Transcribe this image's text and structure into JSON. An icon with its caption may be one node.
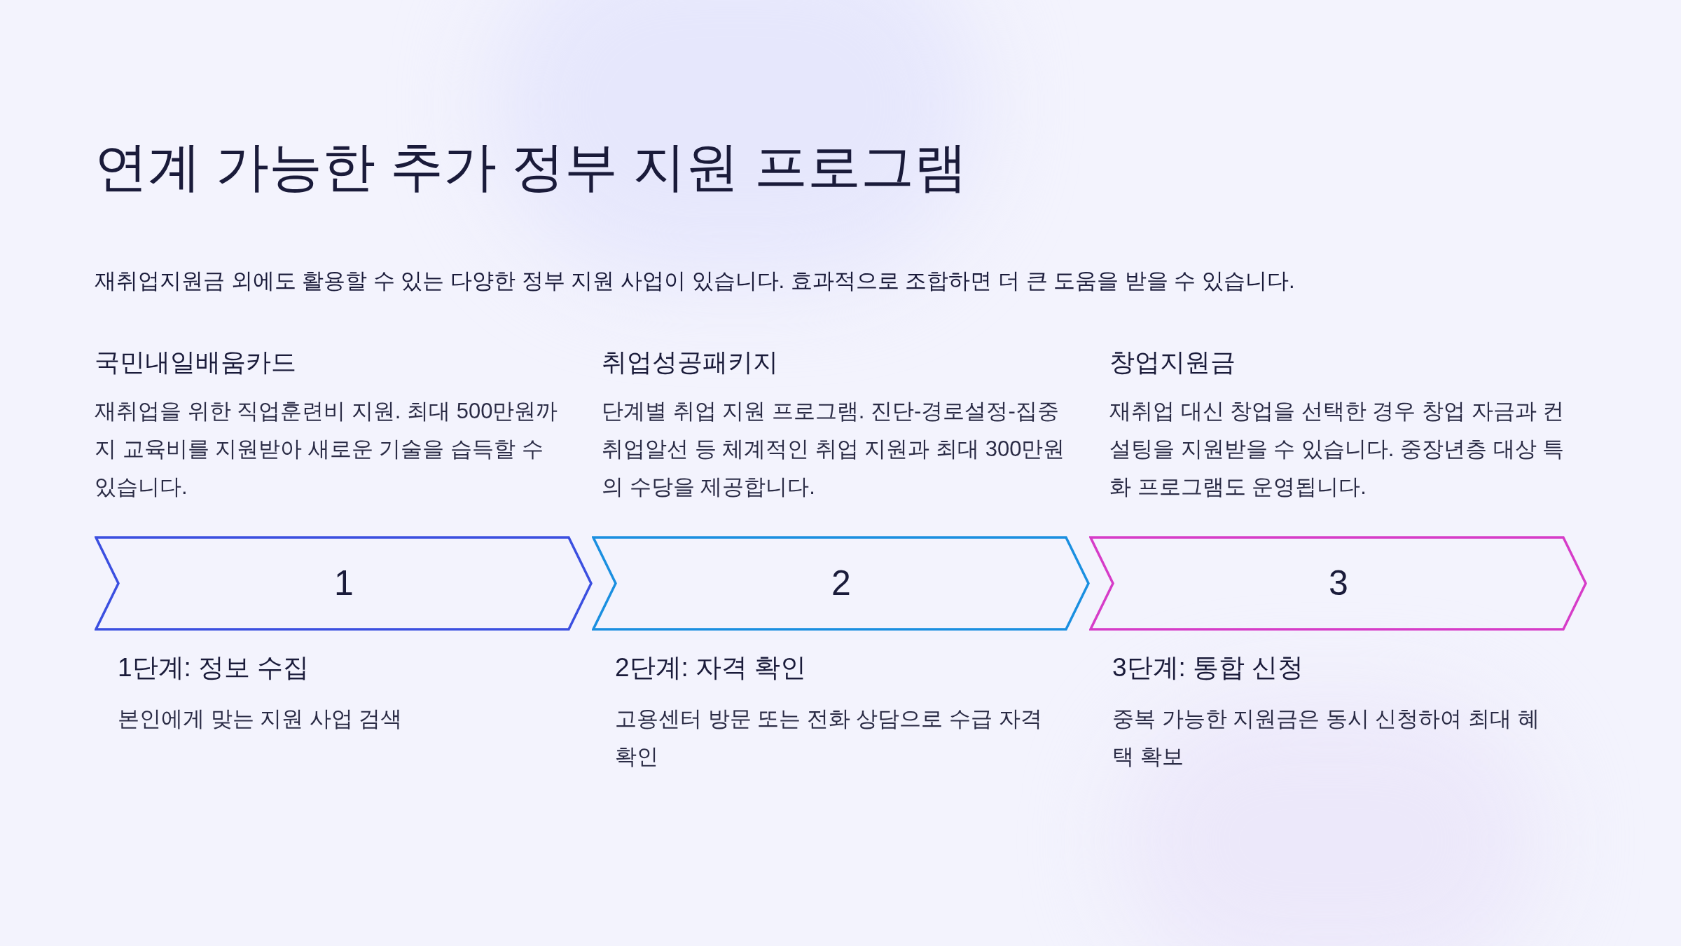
{
  "diagram": {
    "title": "연계 가능한 추가 정부 지원 프로그램",
    "nodes": [
      {
        "text": [
          "1"
        ],
        "beside": [
          "1단계: 정보 수집",
          "본인에게 맞는 지원 사업 검색"
        ]
      },
      {
        "text": [
          "2"
        ],
        "beside": [
          "2단계: 자격 확인",
          "고용센터 방문 또는 전화 상담으로 수급 자격 확인"
        ]
      },
      {
        "text": [
          "3"
        ],
        "beside": [
          "3단계: 통합 신청",
          "중복 가능한 지원금은 동시 신청하여 최대 혜택 확보"
        ]
      }
    ],
    "edges": [],
    "labels": [
      "재취업지원금 외에도 활용할 수 있는 다양한 정부 지원 사업이 있습니다. 효과적으로 조합하면 더 큰 도움을 받을 수 있습니다.",
      "국민내일배움카드",
      "재취업을 위한 직업훈련비 지원. 최대 500만원까지 교육비를 지원받아 새로운 기술을 습득할 수 있습니다.",
      "취업성공패키지",
      "단계별 취업 지원 프로그램. 진단-경로설정-집중 취업알선 등 체계적인 취업 지원과 최대 300만원의 수당을 제공합니다.",
      "창업지원금",
      "재취업 대신 창업을 선택한 경우 창업 자금과 컨설팅을 지원받을 수 있습니다. 중장년층 대상 특화 프로그램도 운영됩니다."
    ]
  }
}
